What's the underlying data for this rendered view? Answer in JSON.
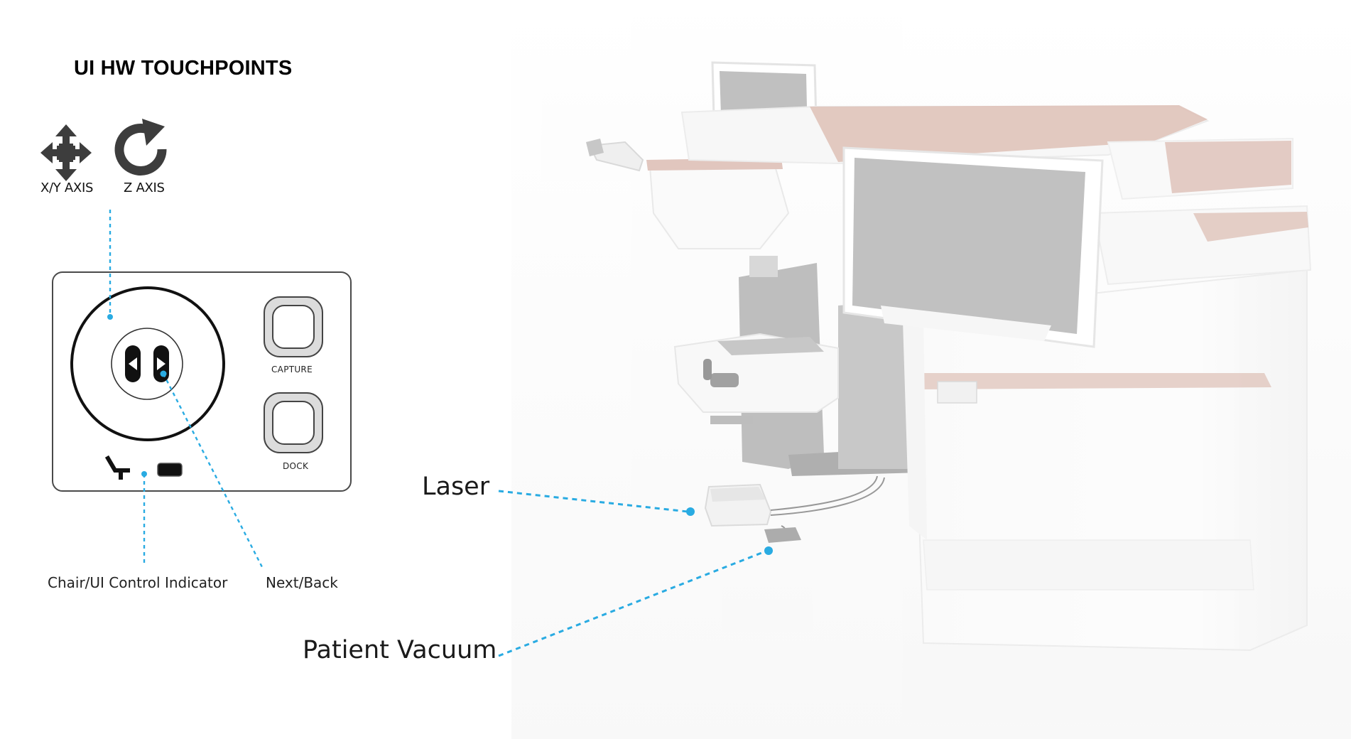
{
  "title": "UI HW TOUCHPOINTS",
  "axes": {
    "xy_label": "X/Y AXIS",
    "z_label": "Z AXIS",
    "xy_icon": "four-way-move-arrow-icon",
    "z_icon": "rotate-clockwise-arrow-icon"
  },
  "control_panel": {
    "capture_label": "CAPTURE",
    "dock_label": "DOCK",
    "chair_icon": "chair-icon",
    "indicator_icon": "indicator-light-icon",
    "back_icon": "back-arrow-icon",
    "next_icon": "next-arrow-icon"
  },
  "callouts": {
    "chair_ui_indicator": "Chair/UI Control Indicator",
    "next_back": "Next/Back",
    "laser": "Laser",
    "patient_vacuum": "Patient Vacuum"
  },
  "colors": {
    "leader_line": "#29abe2",
    "machine_accent": "#b07e6a",
    "screen": "#c8c8c8"
  }
}
